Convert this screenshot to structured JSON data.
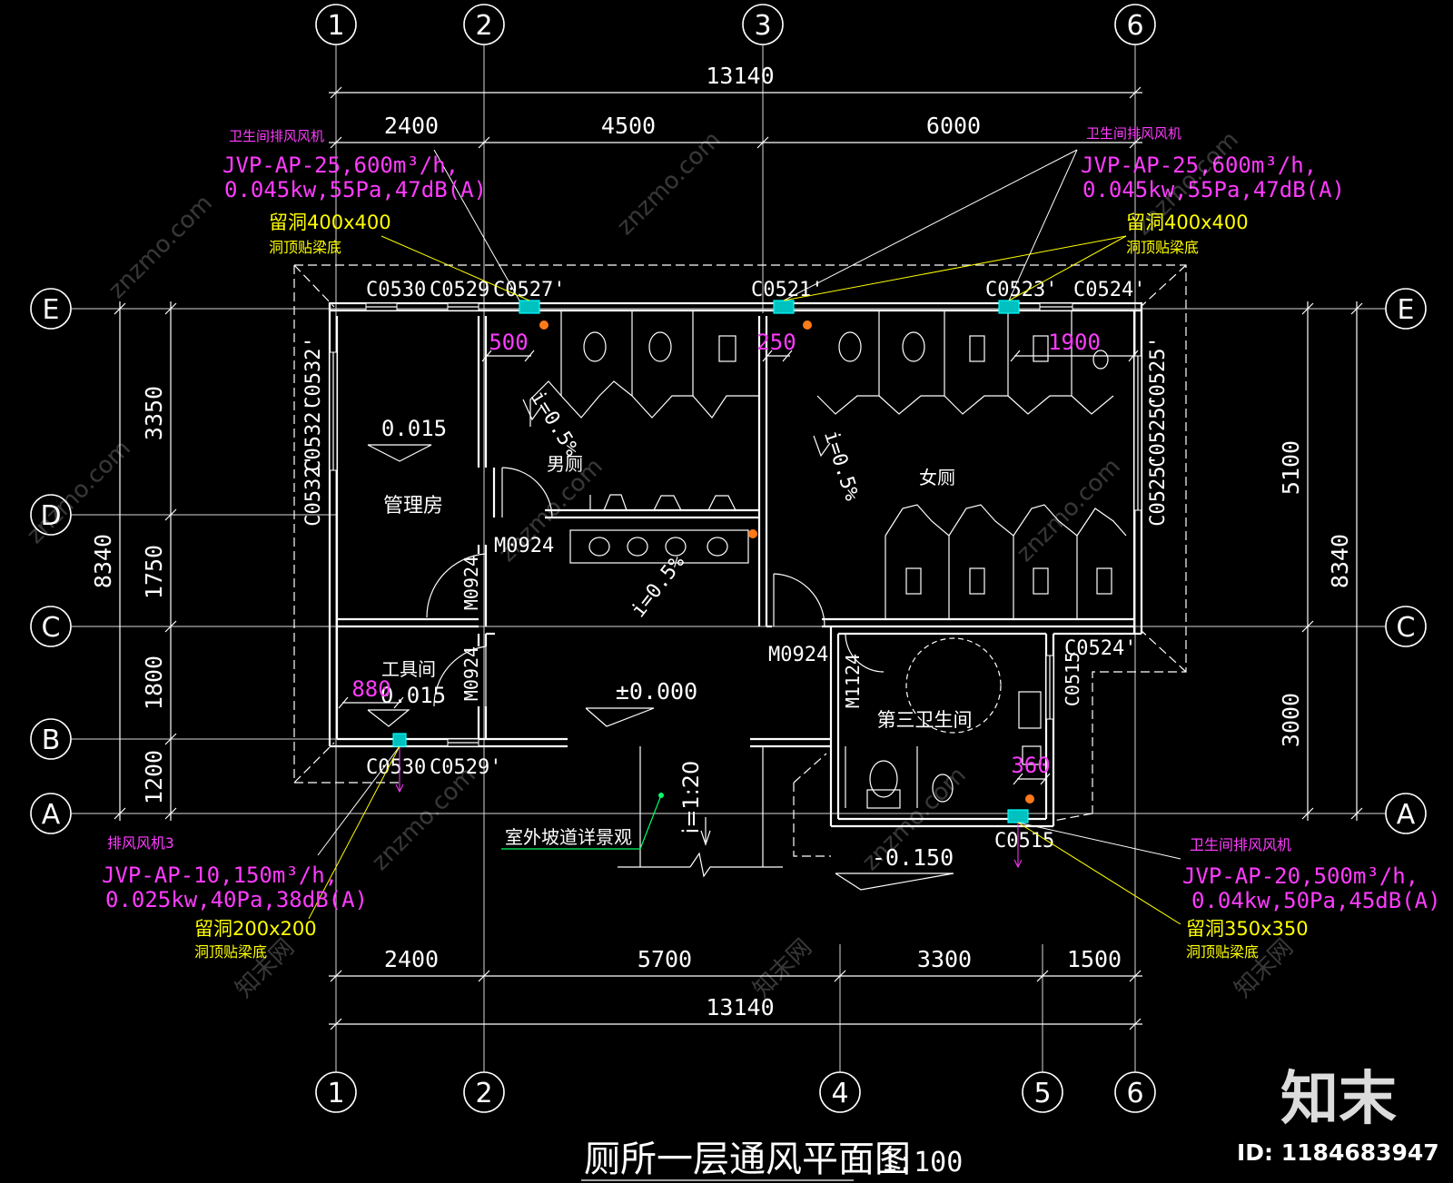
{
  "drawing": {
    "title": "厕所一层通风平面图",
    "scale": "1:100"
  },
  "axes": {
    "top": [
      "1",
      "2",
      "3",
      "6"
    ],
    "bottom": [
      "1",
      "2",
      "4",
      "5",
      "6"
    ],
    "left": [
      "E",
      "D",
      "C",
      "B",
      "A"
    ],
    "right": [
      "E",
      "C",
      "A"
    ]
  },
  "dimensions": {
    "top_total": "13140",
    "top_segments": [
      "2400",
      "4500",
      "6000"
    ],
    "bottom_total": "13140",
    "bottom_segments": [
      "2400",
      "5700",
      "3300",
      "1500"
    ],
    "left_total": "8340",
    "left_segments": [
      "3350",
      "1750",
      "1800",
      "1200"
    ],
    "right_total": "8340",
    "right_segments": [
      "5100",
      "3000"
    ]
  },
  "rooms": {
    "management": "管理房",
    "mens": "男厕",
    "womens": "女厕",
    "tool_room": "工具间",
    "third_restroom": "第三卫生间"
  },
  "levels": {
    "management": "0.015",
    "tool_room": "0.015",
    "hall": "±0.000",
    "outdoor": "-0.150"
  },
  "slopes": {
    "mens": "i=0.5%",
    "womens": "i=0.5%",
    "hall": "i=0.5%",
    "ramp": "i=1:20"
  },
  "doors": {
    "d1": "M0924",
    "d2": "M0924",
    "d3": "M0924",
    "d4": "M0924",
    "d5": "M1124"
  },
  "windows": {
    "top_w1": "C0530",
    "top_w2": "C0529",
    "top_w3": "C0527'",
    "top_w4": "C0521'",
    "top_w5": "C0523'",
    "top_w6": "C0524'",
    "left_w1": "C0532'",
    "left_w2": "C0532'",
    "left_w3": "C0532'",
    "right_w1": "C0525'",
    "right_w2": "C0525'",
    "right_w3": "C0525'",
    "mid_w1": "C0524'",
    "mid_w2": "C0515",
    "bot_w1": "C0530",
    "bot_w2": "C0529'",
    "bot_w3": "C0515"
  },
  "offsets": {
    "o1": "500",
    "o2": "250",
    "o3": "1900",
    "o4": "880",
    "o5": "360"
  },
  "fan_notes": {
    "top_left": {
      "label": "卫生间排风风机",
      "spec_line1": "JVP-AP-25,600m³/h,",
      "spec_line2": "0.045kw,55Pa,47dB(A)",
      "opening": "留洞400x400",
      "note": "洞顶贴梁底"
    },
    "top_right": {
      "label": "卫生间排风风机",
      "spec_line1": "JVP-AP-25,600m³/h,",
      "spec_line2": "0.045kw,55Pa,47dB(A)",
      "opening": "留洞400x400",
      "note": "洞顶贴梁底"
    },
    "bottom_left": {
      "label": "排风风机3",
      "spec_line1": "JVP-AP-10,150m³/h,",
      "spec_line2": "0.025kw,40Pa,38dB(A)",
      "opening": "留洞200x200",
      "note": "洞顶贴梁底"
    },
    "bottom_right": {
      "label": "卫生间排风风机",
      "spec_line1": "JVP-AP-20,500m³/h,",
      "spec_line2": "0.04kw,50Pa,45dB(A)",
      "opening": "留洞350x350",
      "note": "洞顶贴梁底"
    }
  },
  "ramp_note": "室外坡道详景观",
  "watermarks": {
    "site": "znzmo.com",
    "brand": "知末",
    "brand_cn": "知末网",
    "id": "ID: 1184683947"
  },
  "colors": {
    "background": "#000000",
    "lines": "#ffffff",
    "fan_annotation": "#ff3cff",
    "opening_annotation": "#ffff00",
    "fan_symbol": "#00ffff",
    "drain_symbol": "#ff7a1a"
  }
}
